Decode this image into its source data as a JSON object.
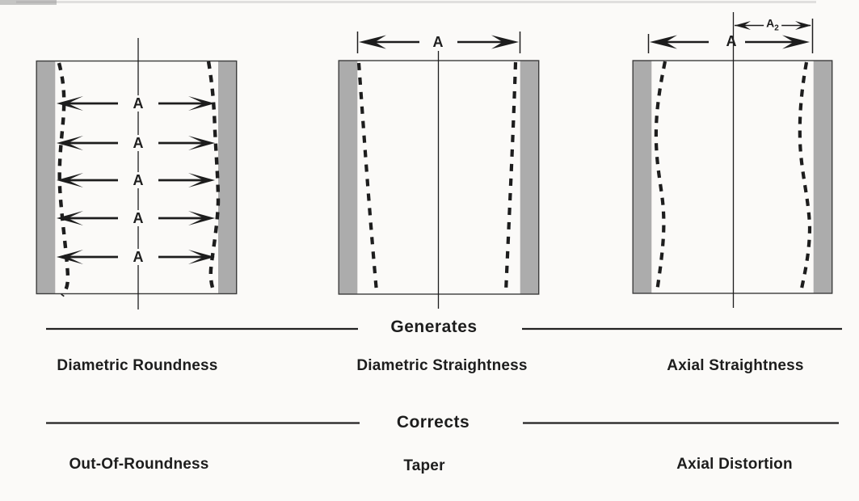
{
  "figure": {
    "section_generates": "Generates",
    "section_corrects": "Corrects"
  },
  "panels": [
    {
      "generates_label": "Diametric Roundness",
      "corrects_label": "Out-Of-Roundness",
      "arrow_labels": [
        "A",
        "A",
        "A",
        "A",
        "A"
      ]
    },
    {
      "generates_label": "Diametric Straightness",
      "corrects_label": "Taper",
      "dim_label": "A"
    },
    {
      "generates_label": "Axial Straightness",
      "corrects_label": "Axial Distortion",
      "dim_label": "A",
      "dim2_label": "A",
      "dim2_subscript": "2"
    }
  ],
  "colors": {
    "ink": "#1d1d1d",
    "band_gray": "#acacac",
    "outline": "#3c3c3c",
    "background": "#fbfaf8"
  }
}
